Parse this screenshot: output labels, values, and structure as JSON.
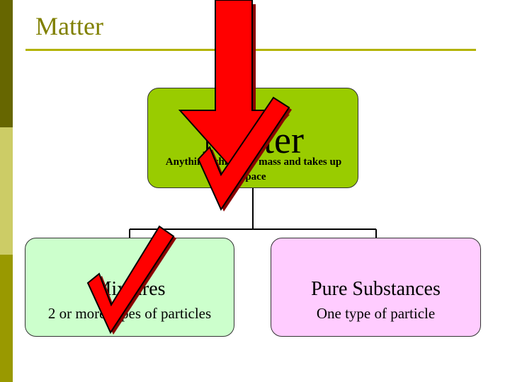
{
  "slide": {
    "title": "Matter"
  },
  "diagram": {
    "root": {
      "title": "Matter",
      "description": "Anything which has mass and takes up space"
    },
    "children": [
      {
        "title": "Mixtures",
        "description": "2 or more types of particles"
      },
      {
        "title": "Pure Substances",
        "description": "One type of particle"
      }
    ]
  },
  "colors": {
    "root_fill": "#99cc00",
    "mixtures_fill": "#ccffcc",
    "pure_fill": "#ffccff",
    "title_color": "#808000",
    "arrow_red": "#ff0000"
  },
  "icons": [
    "down-arrow-icon",
    "checkmark-icon"
  ]
}
